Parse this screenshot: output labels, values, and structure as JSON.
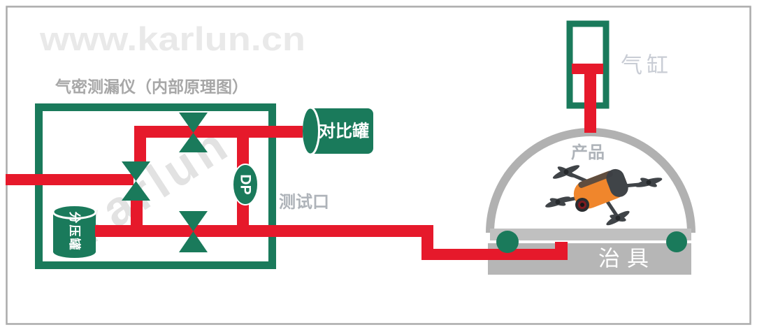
{
  "title": "气密测漏仪（内部原理图）",
  "watermarks": {
    "top": "www.karlun.cn",
    "diagonal": "karlun"
  },
  "labels": {
    "comparison_tank": "对比罐",
    "pressure_divider_tank": "分压罐",
    "dp": "DP",
    "test_port": "测试口",
    "air_cylinder": "气缸",
    "product": "产品",
    "fixture": "治具"
  },
  "colors": {
    "green": "#1a7a5b",
    "red": "#e6192b",
    "frame": "#ababab",
    "dome": "#b1b1b1",
    "plate": "#c0c0c0",
    "block": "#b6b6b6",
    "title-text": "#a7a7a7",
    "label-text": "#aeb3b9",
    "cyl-label-text": "#c9cdd5",
    "wm-top": "#e9e9e9",
    "wm-diag": "#e2e2e2",
    "drone-orange": "#f0862c",
    "drone-dark": "#404448",
    "seal": "#1a7a5b"
  }
}
